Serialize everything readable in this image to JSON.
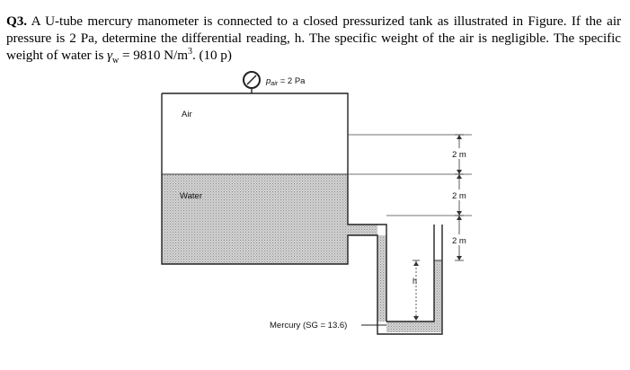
{
  "question": {
    "number": "Q3.",
    "text_1": " A U-tube mercury manometer is connected to a closed pressurized tank as illustrated in Figure. If the air pressure is 2 Pa, determine the differential reading, h. The specific weight of the air is negligible. The specific weight of water is ",
    "gamma_symbol": "γ",
    "gamma_sub": "w",
    "text_2": " = 9810 N/m",
    "unit_sup": "3",
    "text_3": ". (10 p)"
  },
  "figure": {
    "gauge_label_p": "p",
    "gauge_label_sub": "air",
    "gauge_label_value": " = 2 Pa",
    "air_label": "Air",
    "water_label": "Water",
    "mercury_label": "Mercury (SG = 13.6)",
    "dim_h": "h",
    "dim_top": "2 m",
    "dim_mid": "2 m",
    "dim_bottom": "2 m"
  }
}
